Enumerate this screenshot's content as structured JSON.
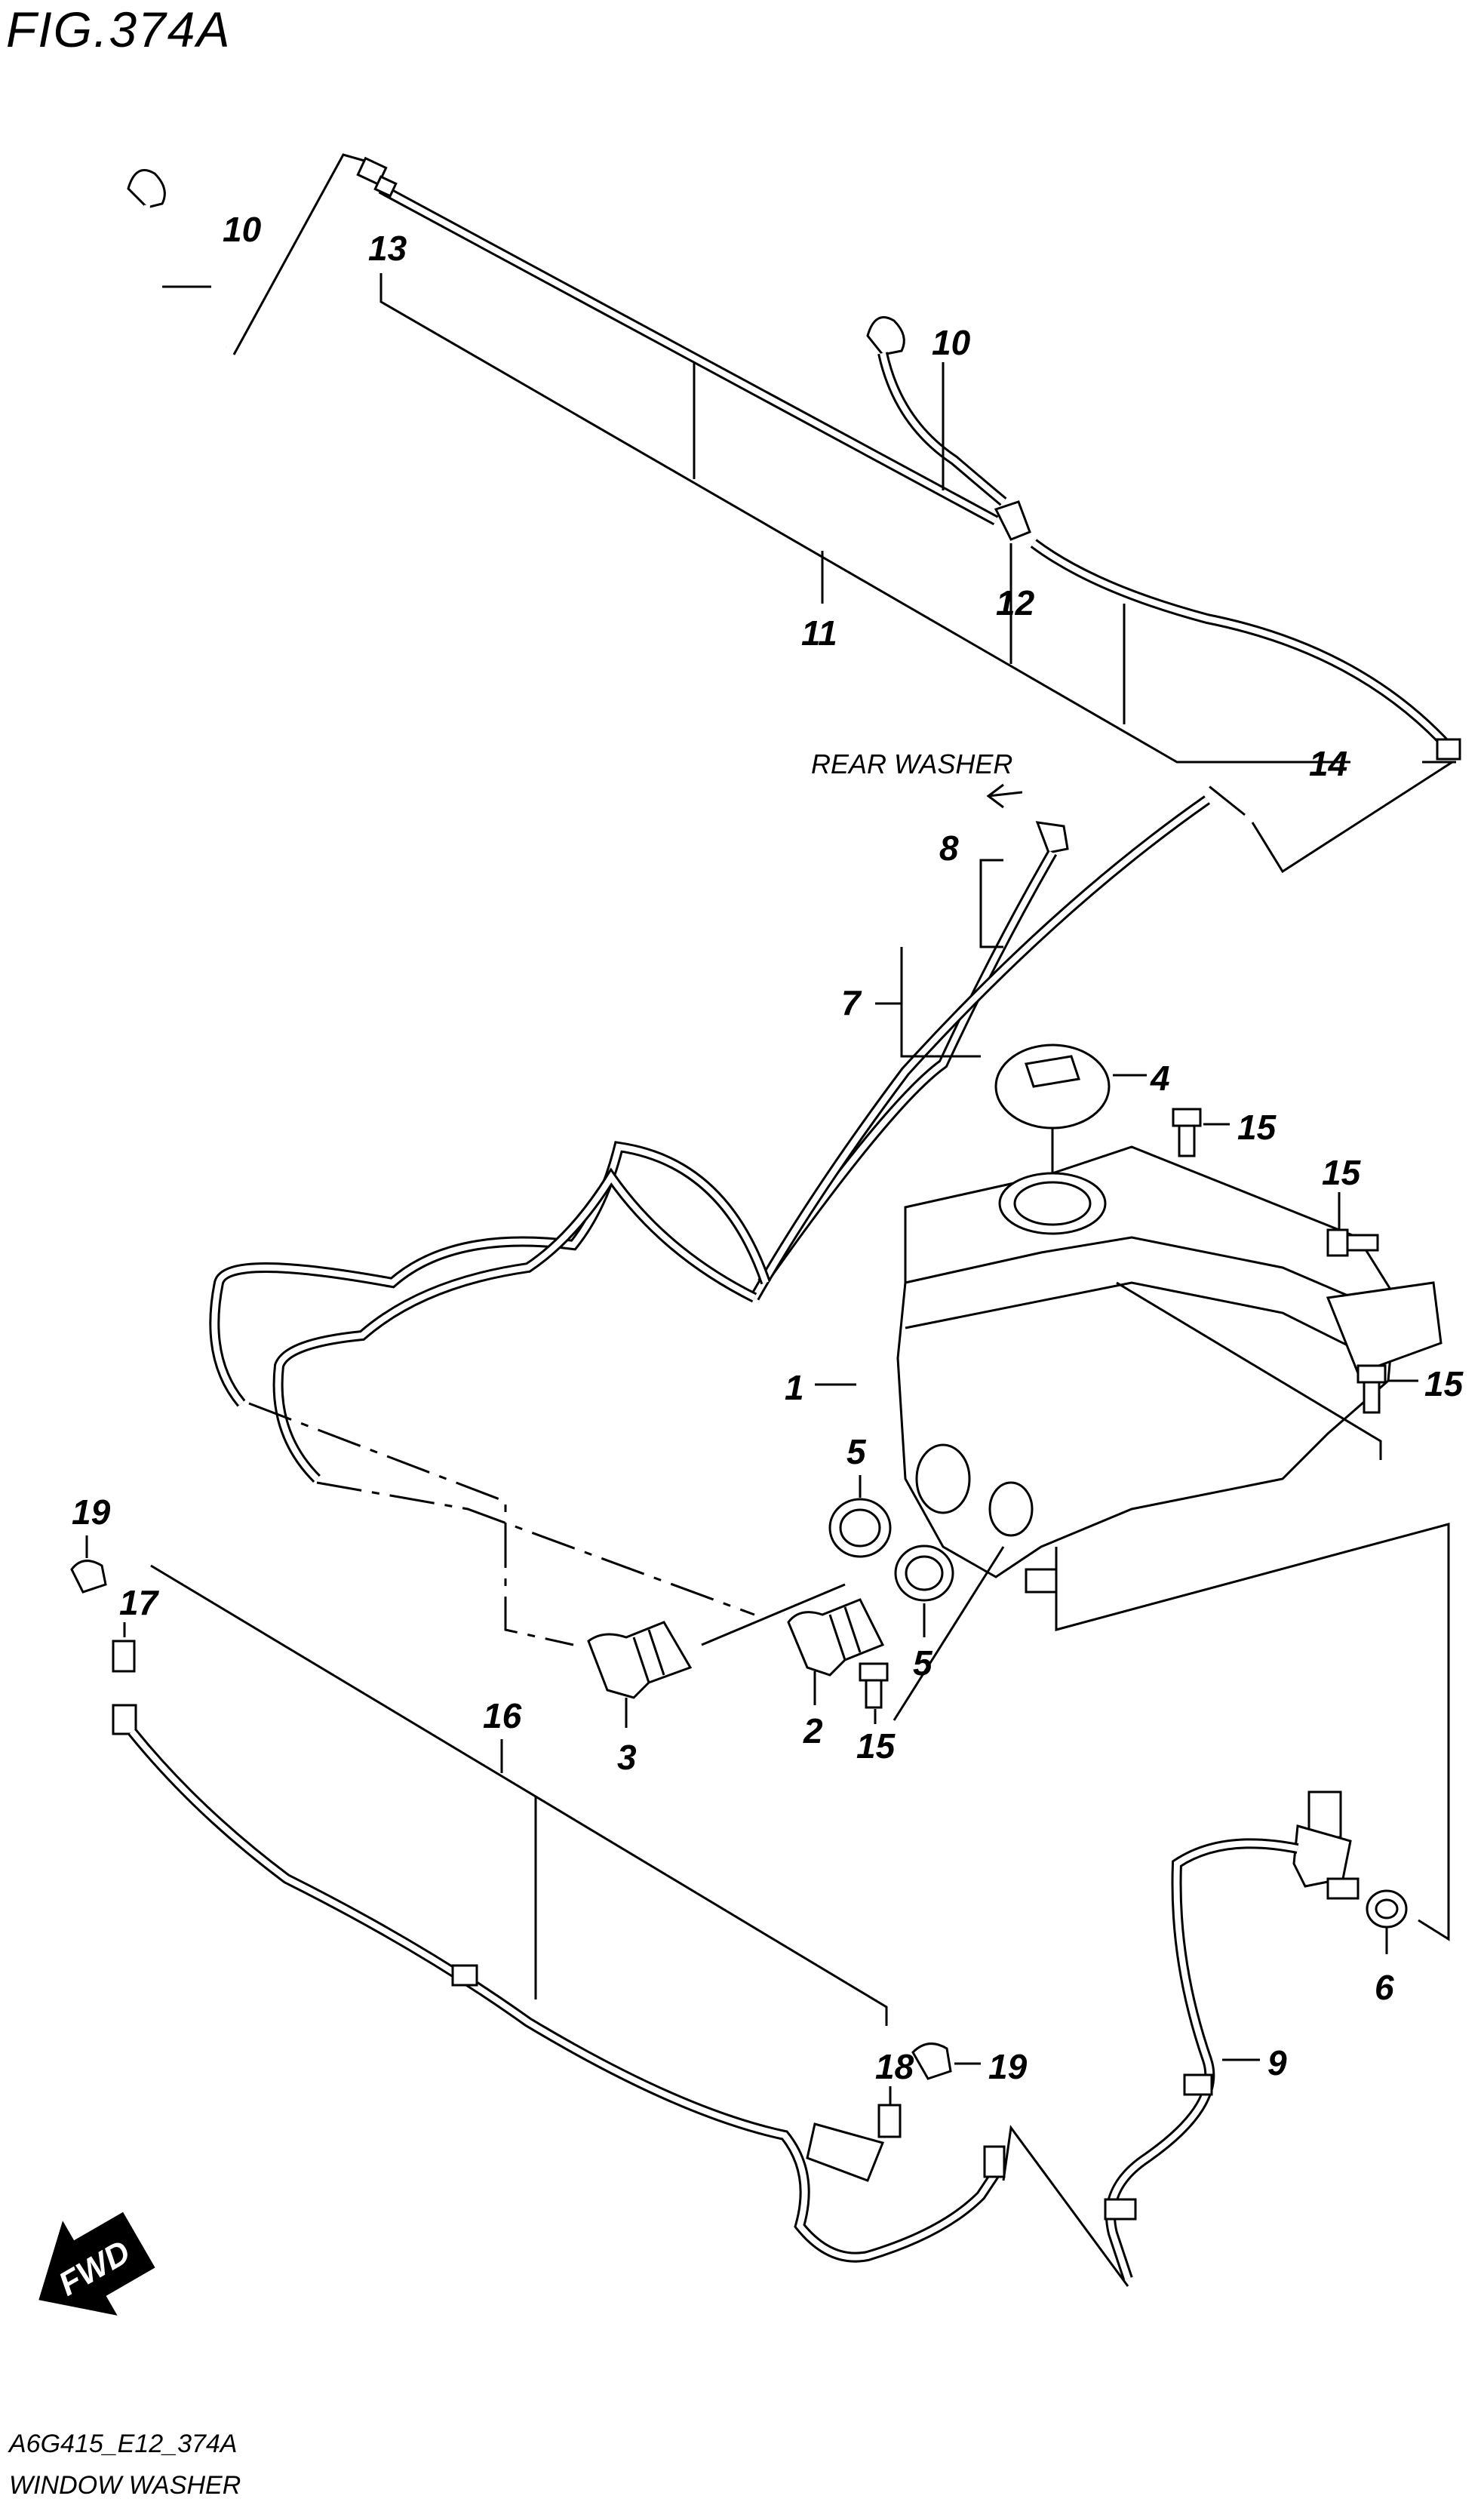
{
  "figure": {
    "title": "FIG.374A",
    "code": "A6G415_E12_374A",
    "name": "WINDOW WASHER"
  },
  "annotations": {
    "rear_washer": "REAR WASHER",
    "fwd": "FWD"
  },
  "callouts": {
    "p1": "1",
    "p2": "2",
    "p3": "3",
    "p4": "4",
    "p5a": "5",
    "p5b": "5",
    "p6": "6",
    "p7": "7",
    "p8": "8",
    "p9": "9",
    "p10a": "10",
    "p10b": "10",
    "p11": "11",
    "p12": "12",
    "p13": "13",
    "p14": "14",
    "p15a": "15",
    "p15b": "15",
    "p15c": "15",
    "p15d": "15",
    "p16": "16",
    "p17": "17",
    "p18": "18",
    "p19a": "19",
    "p19b": "19"
  }
}
